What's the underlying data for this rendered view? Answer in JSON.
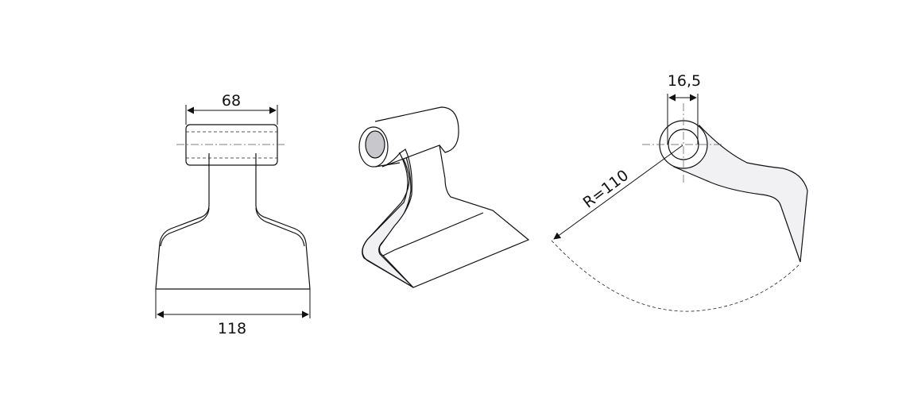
{
  "dimensions": {
    "collar_width": "68",
    "blade_width": "118",
    "bore_diameter": "16,5",
    "swing_radius": "R=110"
  },
  "colors": {
    "line": "#111111",
    "bore_fill": "#c8c8cc",
    "shade": "#f1f1f4"
  }
}
